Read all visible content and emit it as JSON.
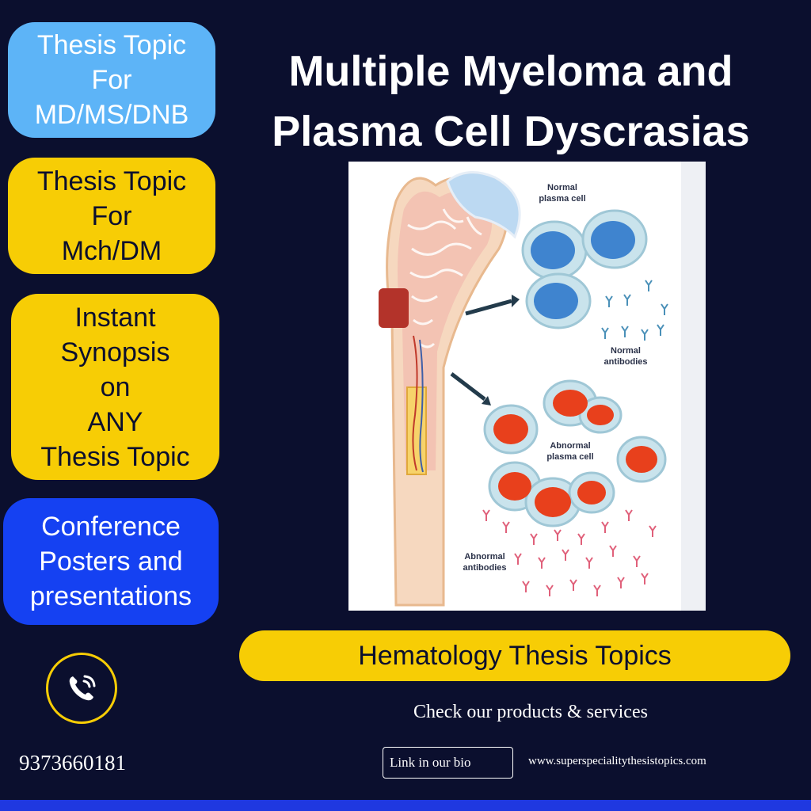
{
  "sidebar": {
    "pills": [
      {
        "text": "Thesis Topic\nFor\nMD/MS/DNB"
      },
      {
        "text": "Thesis Topic\nFor\nMch/DM"
      },
      {
        "text": "Instant\nSynopsis\non\nANY\nThesis Topic"
      },
      {
        "text": "Conference\nPosters and\npresentations"
      }
    ]
  },
  "title": "Multiple Myeloma and\nPlasma Cell Dyscrasias",
  "illustration": {
    "labels": {
      "normal_cell_1": "Normal",
      "normal_cell_2": "plasma cell",
      "normal_ab_1": "Normal",
      "normal_ab_2": "antibodies",
      "abnormal_cell_1": "Abnormal",
      "abnormal_cell_2": "plasma cell",
      "abnormal_ab_1": "Abnormal",
      "abnormal_ab_2": "antibodies"
    }
  },
  "banner": {
    "label": "Hematology Thesis Topics"
  },
  "contact": {
    "phone": "9373660181",
    "phone_icon": "phone-icon"
  },
  "footer": {
    "check_text": "Check our products & services",
    "bio_link": "Link in our bio",
    "website": "www.superspecialitythesistopics.com"
  },
  "colors": {
    "background": "#0b0f2e",
    "light_blue": "#5db4f7",
    "yellow": "#f7cd05",
    "royal_blue": "#1541f2"
  }
}
